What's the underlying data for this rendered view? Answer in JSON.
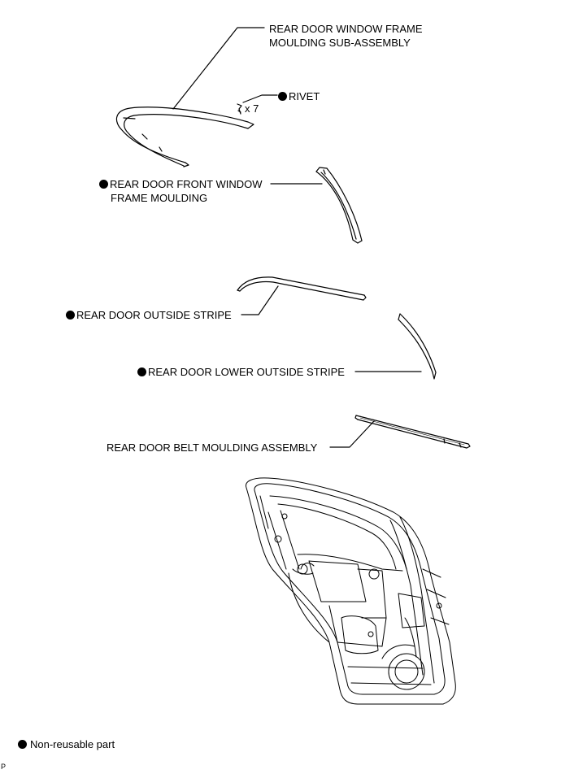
{
  "parts": {
    "window_frame_moulding": {
      "line1": "REAR DOOR WINDOW FRAME",
      "line2": "MOULDING SUB-ASSEMBLY",
      "non_reusable": false
    },
    "rivet": {
      "label": "RIVET",
      "quantity": "x 7",
      "non_reusable": true
    },
    "front_window_frame_moulding": {
      "line1": "REAR DOOR FRONT WINDOW",
      "line2": "FRAME MOULDING",
      "non_reusable": true
    },
    "outside_stripe": {
      "label": "REAR DOOR OUTSIDE STRIPE",
      "non_reusable": true
    },
    "lower_outside_stripe": {
      "label": "REAR DOOR LOWER OUTSIDE STRIPE",
      "non_reusable": true
    },
    "belt_moulding": {
      "label": "REAR DOOR BELT MOULDING ASSEMBLY",
      "non_reusable": false
    }
  },
  "legend": {
    "text": "Non-reusable part",
    "symbol": "filled-circle"
  },
  "corner_mark": "P",
  "colors": {
    "line": "#000000",
    "background": "#ffffff"
  }
}
